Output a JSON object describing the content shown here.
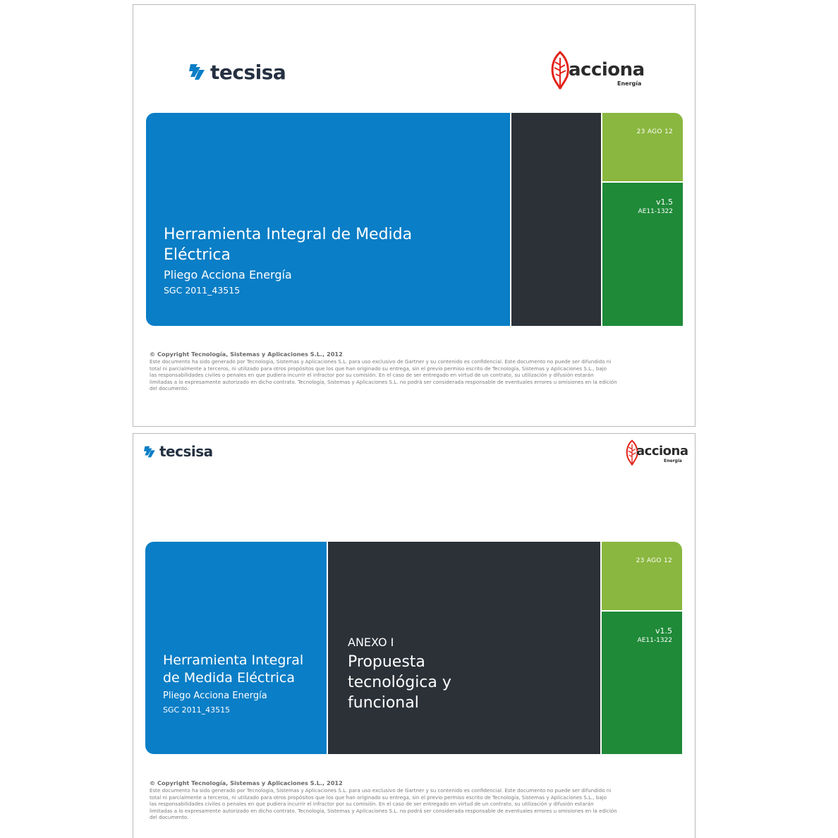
{
  "slides": [
    {
      "tecsisa_logo": "tecsisa",
      "acciona_logo": "acciona",
      "acciona_sub": "Energía",
      "title_line1": "Herramienta Integral de Medida",
      "title_line2": "Eléctrica",
      "subtitle": "Pliego Acciona Energía",
      "code": "SGC 2011_43515",
      "date": "23 AGO 12",
      "version": "v1.5",
      "ae_code": "AE11-1322",
      "copyright_head": "© Copyright Tecnología, Sistemas y Aplicaciones S.L., 2012",
      "copyright_lines": [
        "Este documento ha sido generado por Tecnología, Sistemas y Aplicaciones S.L. para uso exclusivo de Gartner y su contenido es confidencial. Este documento no puede ser difundido ni",
        "total ni parcialmente a terceros, ni utilizado para otros propósitos que los que han originado su entrega, sin el previo permiso escrito de Tecnología, Sistemas y Aplicaciones S.L., bajo",
        "las responsabilidades civiles o penales en que pudiera incurrir el infractor por su comisión. En el caso de ser entregado en virtud de un contrato, su utilización y difusión estarán",
        "limitadas a lo expresamente autorizado en dicho contrato. Tecnología, Sistemas y Aplicaciones S.L. no podrá ser considerada responsable de eventuales errores u omisiones en la edición",
        "del documento."
      ]
    },
    {
      "tecsisa_logo": "tecsisa",
      "acciona_logo": "acciona",
      "acciona_sub": "Energía",
      "title_line1": "Herramienta Integral",
      "title_line2": "de Medida Eléctrica",
      "subtitle": "Pliego Acciona Energía",
      "code": "SGC 2011_43515",
      "annex_label": "ANEXO I",
      "annex_line1": "Propuesta",
      "annex_line2": "tecnológica y",
      "annex_line3": "funcional",
      "date": "23 AGO 12",
      "version": "v1.5",
      "ae_code": "AE11-1322",
      "copyright_head": "© Copyright Tecnología, Sistemas y Aplicaciones S.L., 2012",
      "copyright_lines": [
        "Este documento ha sido generado por Tecnología, Sistemas y Aplicaciones S.L. para uso exclusivo de Gartner y su contenido es confidencial. Este documento no puede ser difundido ni",
        "total ni parcialmente a terceros, ni utilizado para otros propósitos que los que han originado su entrega, sin el previo permiso escrito de Tecnología, Sistemas y Aplicaciones S.L., bajo",
        "las responsabilidades civiles o penales en que pudiera incurrir el infractor por su comisión. En el caso de ser entregado en virtud de un contrato, su utilización y difusión estarán",
        "limitadas a lo expresamente autorizado en dicho contrato. Tecnología, Sistemas y Aplicaciones S.L. no podrá ser considerada responsable de eventuales errores u omisiones en la edición",
        "del documento."
      ]
    }
  ],
  "colors": {
    "blue": "#0a7ec6",
    "dark": "#2c3138",
    "light_green": "#8ab73f",
    "dark_green": "#1f8a38",
    "acciona_red": "#e2231a",
    "tecsisa_blue": "#0a7ec6"
  },
  "icons": [
    "tecsisa-logo-icon",
    "acciona-leaf-icon"
  ]
}
